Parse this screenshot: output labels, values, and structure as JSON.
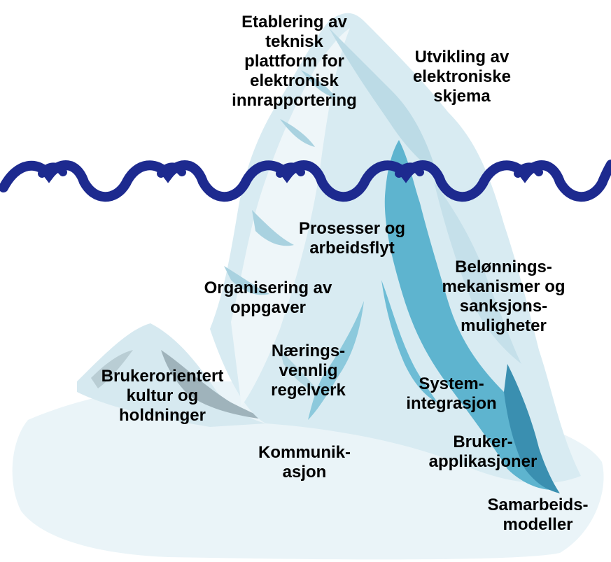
{
  "labels_above_water": [
    {
      "id": "teknisk-plattform",
      "lines": [
        "Etablering av",
        "teknisk",
        "plattform for",
        "elektronisk",
        "innrapportering"
      ]
    },
    {
      "id": "elektroniske-skjema",
      "lines": [
        "Utvikling av",
        "elektroniske",
        "skjema"
      ]
    }
  ],
  "labels_below_water": [
    {
      "id": "prosesser",
      "lines": [
        "Prosesser og",
        "arbeidsflyt"
      ]
    },
    {
      "id": "belonning",
      "lines": [
        "Belønnings-",
        "mekanismer og",
        "sanksjons-",
        "muligheter"
      ]
    },
    {
      "id": "organisering",
      "lines": [
        "Organisering av",
        "oppgaver"
      ]
    },
    {
      "id": "naeringsvennlig",
      "lines": [
        "Nærings-",
        "vennlig",
        "regelverk"
      ]
    },
    {
      "id": "brukerorientert",
      "lines": [
        "Brukerorientert",
        "kultur og",
        "holdninger"
      ]
    },
    {
      "id": "systemintegrasjon",
      "lines": [
        "System-",
        "integrasjon"
      ]
    },
    {
      "id": "kommunikasjon",
      "lines": [
        "Kommunik-",
        "asjon"
      ]
    },
    {
      "id": "brukerapplikasjoner",
      "lines": [
        "Bruker-",
        "applikasjoner"
      ]
    },
    {
      "id": "samarbeidsmodeller",
      "lines": [
        "Samarbeids-",
        "modeller"
      ]
    }
  ],
  "colors": {
    "ice_light": "#eaf4f8",
    "ice_mid": "#c8e2ec",
    "ice_shade": "#a9d2e0",
    "ice_deep": "#4fa9c7",
    "ice_dark": "#3a8fb0",
    "rock": "#7c8e96",
    "wave": "#1d2a8f"
  }
}
